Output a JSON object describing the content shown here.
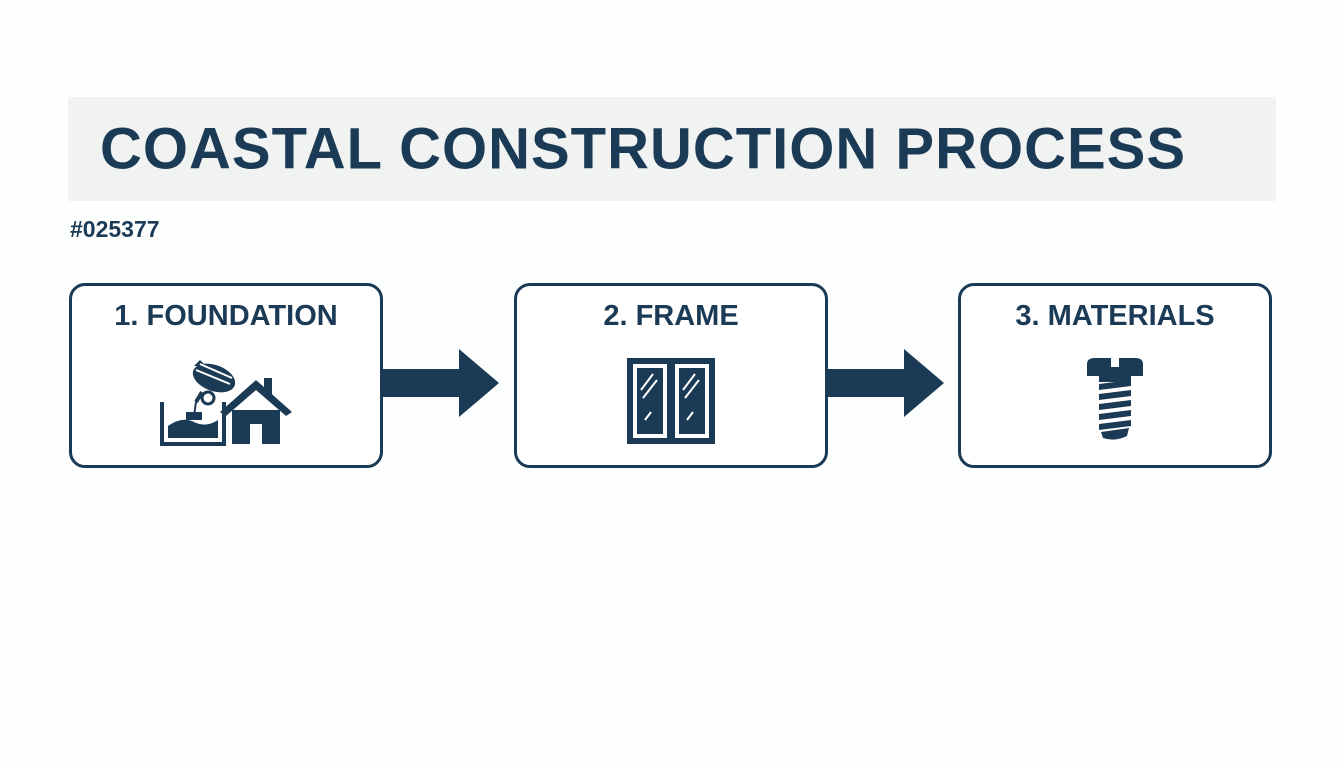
{
  "title": "COASTAL CONSTRUCTION PROCESS",
  "color_code": "#025377",
  "colors": {
    "primary": "#1b3a55",
    "banner_background": "#f1f2f2",
    "page_background": "#fdfefe"
  },
  "steps": [
    {
      "label": "1. FOUNDATION",
      "icon": "concrete-mixer-house-icon"
    },
    {
      "label": "2. FRAME",
      "icon": "window-frame-icon"
    },
    {
      "label": "3. MATERIALS",
      "icon": "screw-icon"
    }
  ],
  "connectors": [
    "arrow-right-icon",
    "arrow-right-icon"
  ]
}
